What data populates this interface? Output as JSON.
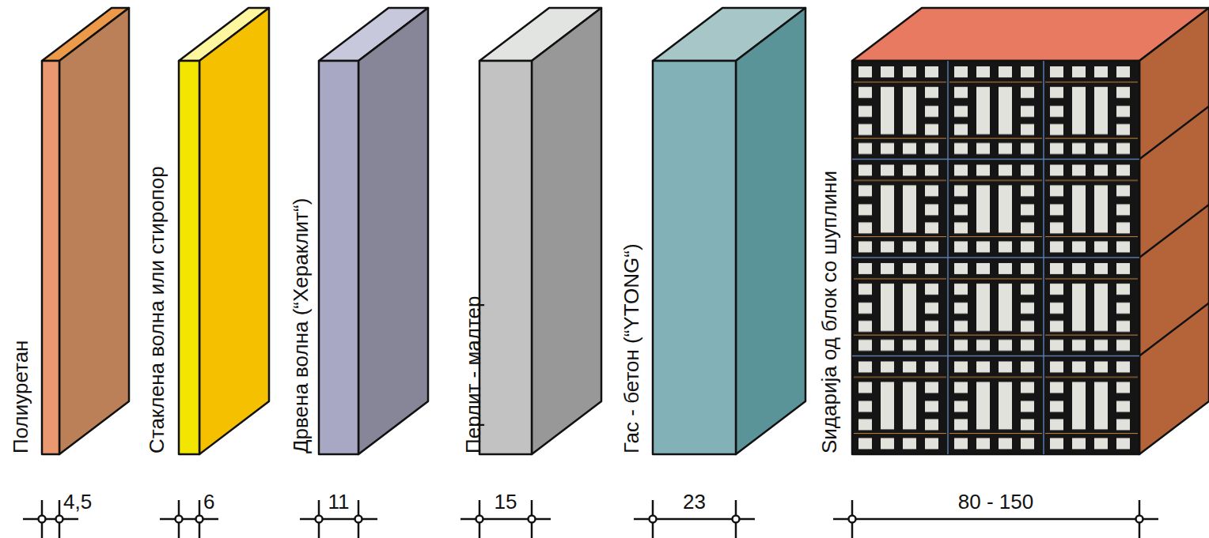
{
  "diagram": {
    "labels": [
      "Полиуретан",
      "Стаклена волна или стиропор",
      "Дрвена волна (“Хераклит“)",
      "Перлит - малтер",
      "Гас - бетон (“YTONG“)",
      "Ѕидарија од блок со шуплини",
      "4,5",
      "6",
      "11",
      "15",
      "23",
      "80 - 150"
    ]
  }
}
